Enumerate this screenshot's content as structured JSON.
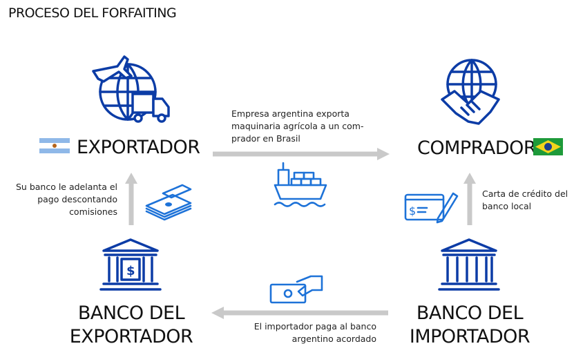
{
  "title": "PROCESO DEL FORFAITING",
  "nodes": {
    "exportador": "EXPORTADOR",
    "comprador": "COMPRADOR",
    "banco_exportador": [
      "BANCO DEL",
      "EXPORTADOR"
    ],
    "banco_importador": [
      "BANCO DEL",
      "IMPORTADOR"
    ]
  },
  "flows": {
    "export": [
      "Empresa argentina exporta",
      "maquinaria agrícola a un com-",
      "prador en Brasil"
    ],
    "advance": [
      "Su banco le adelanta el",
      "pago descontando",
      "comisiones"
    ],
    "credit": [
      "Carta de crédito del",
      "banco local"
    ],
    "payment": [
      "El importador paga al banco",
      "argentino acordado"
    ]
  },
  "colors": {
    "icon_dark": "#0c3ca6",
    "icon_light": "#1d72d8",
    "arrow": "#c9c9c9"
  }
}
